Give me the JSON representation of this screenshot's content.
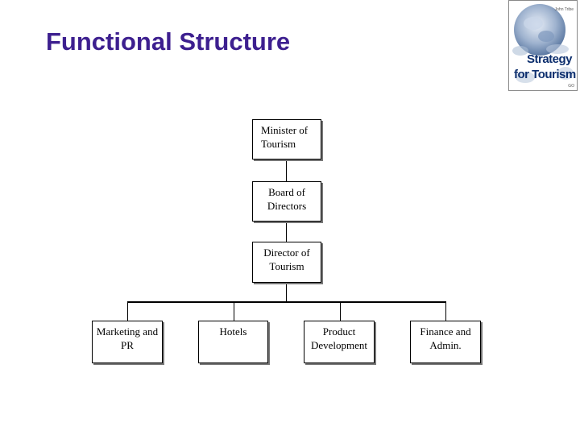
{
  "slide": {
    "title": "Functional Structure"
  },
  "book_cover": {
    "title_line1": "Strategy",
    "title_line2": "for Tourism",
    "author": "John Tribe",
    "publisher": "GO"
  },
  "org_chart": {
    "nodes": [
      {
        "id": "minister",
        "label": "Minister of\nTourism"
      },
      {
        "id": "board",
        "label": "Board of\nDirectors"
      },
      {
        "id": "director",
        "label": "Director of\nTourism"
      },
      {
        "id": "marketing",
        "label": "Marketing and\nPR"
      },
      {
        "id": "hotels",
        "label": "Hotels"
      },
      {
        "id": "product",
        "label": "Product\nDevelopment"
      },
      {
        "id": "finance",
        "label": "Finance and\nAdmin."
      }
    ]
  }
}
